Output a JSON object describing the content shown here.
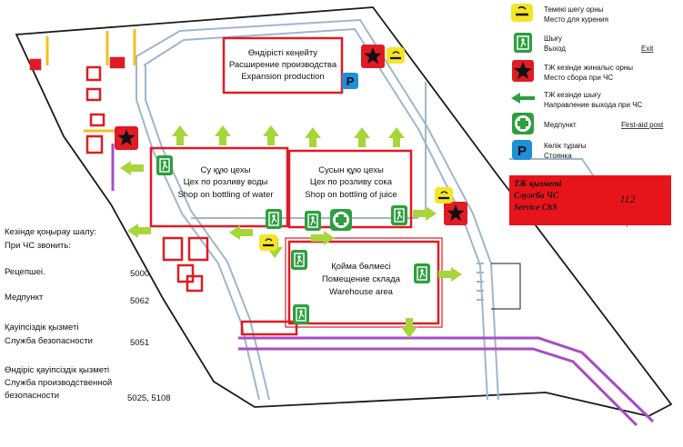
{
  "legend": [
    {
      "icon": "smoking-icon",
      "lines": [
        "Темекі шегу орны",
        "Место для курения"
      ]
    },
    {
      "icon": "exit-icon",
      "lines": [
        "Шығу",
        "Выход"
      ],
      "note": "Exit"
    },
    {
      "icon": "star-icon",
      "lines": [
        "ТЖ кезінде жиналыс орны",
        "Место сбора при ЧС"
      ]
    },
    {
      "icon": "arrow-icon",
      "lines": [
        "ТЖ кезінде шығу",
        "Направление выхода при ЧС"
      ]
    },
    {
      "icon": "first-aid-icon",
      "lines": [
        "Медпункт"
      ],
      "note": "First-aid post"
    },
    {
      "icon": "parking-icon",
      "lines": [
        "Көлік тұрағы",
        "Стоянка"
      ]
    }
  ],
  "service_box": {
    "lines": [
      "ТЖ қызметі",
      "Служба ЧС",
      "Service ChS"
    ],
    "number": "112"
  },
  "buildings": {
    "expansion": [
      "Өндірісті кеңейту",
      "Расширение производства",
      "Expansion production"
    ],
    "water": [
      "Су құю цехы",
      "Цех по розливу воды",
      "Shop on bottling of water"
    ],
    "juice": [
      "Сусын құю цехы",
      "Цех по розливу сока",
      "Shop on bottling of juice"
    ],
    "warehouse": [
      "Қойма бөлмесі",
      "Помещение склада",
      "Warehouse area"
    ]
  },
  "phones": {
    "heading": [
      "Кезінде қоңырау шалу:",
      "При ЧС звонить:"
    ],
    "entries": [
      {
        "label": [
          "Рецепшеі."
        ],
        "number": "5000"
      },
      {
        "label": [
          "Медпункт"
        ],
        "number": "5062"
      },
      {
        "label": [
          "Қауіпсіздік қызметі",
          "Служба безопасности"
        ],
        "number": "5051"
      },
      {
        "label": [
          "Өндіріс қауіпсіздік қызметі",
          "Служба производственной",
          "безопасности"
        ],
        "number": "5025, 5108"
      }
    ]
  },
  "colors": {
    "building": "#e01b24",
    "road": "#9fb6cc",
    "arrow": "#a6d63a",
    "exit": "#2e9e3f",
    "rail": "#a64ec2",
    "service": "#e8141b",
    "parking": "#1f8fd6",
    "smoking": "#f4e526",
    "fence": "#1a1a1a"
  }
}
